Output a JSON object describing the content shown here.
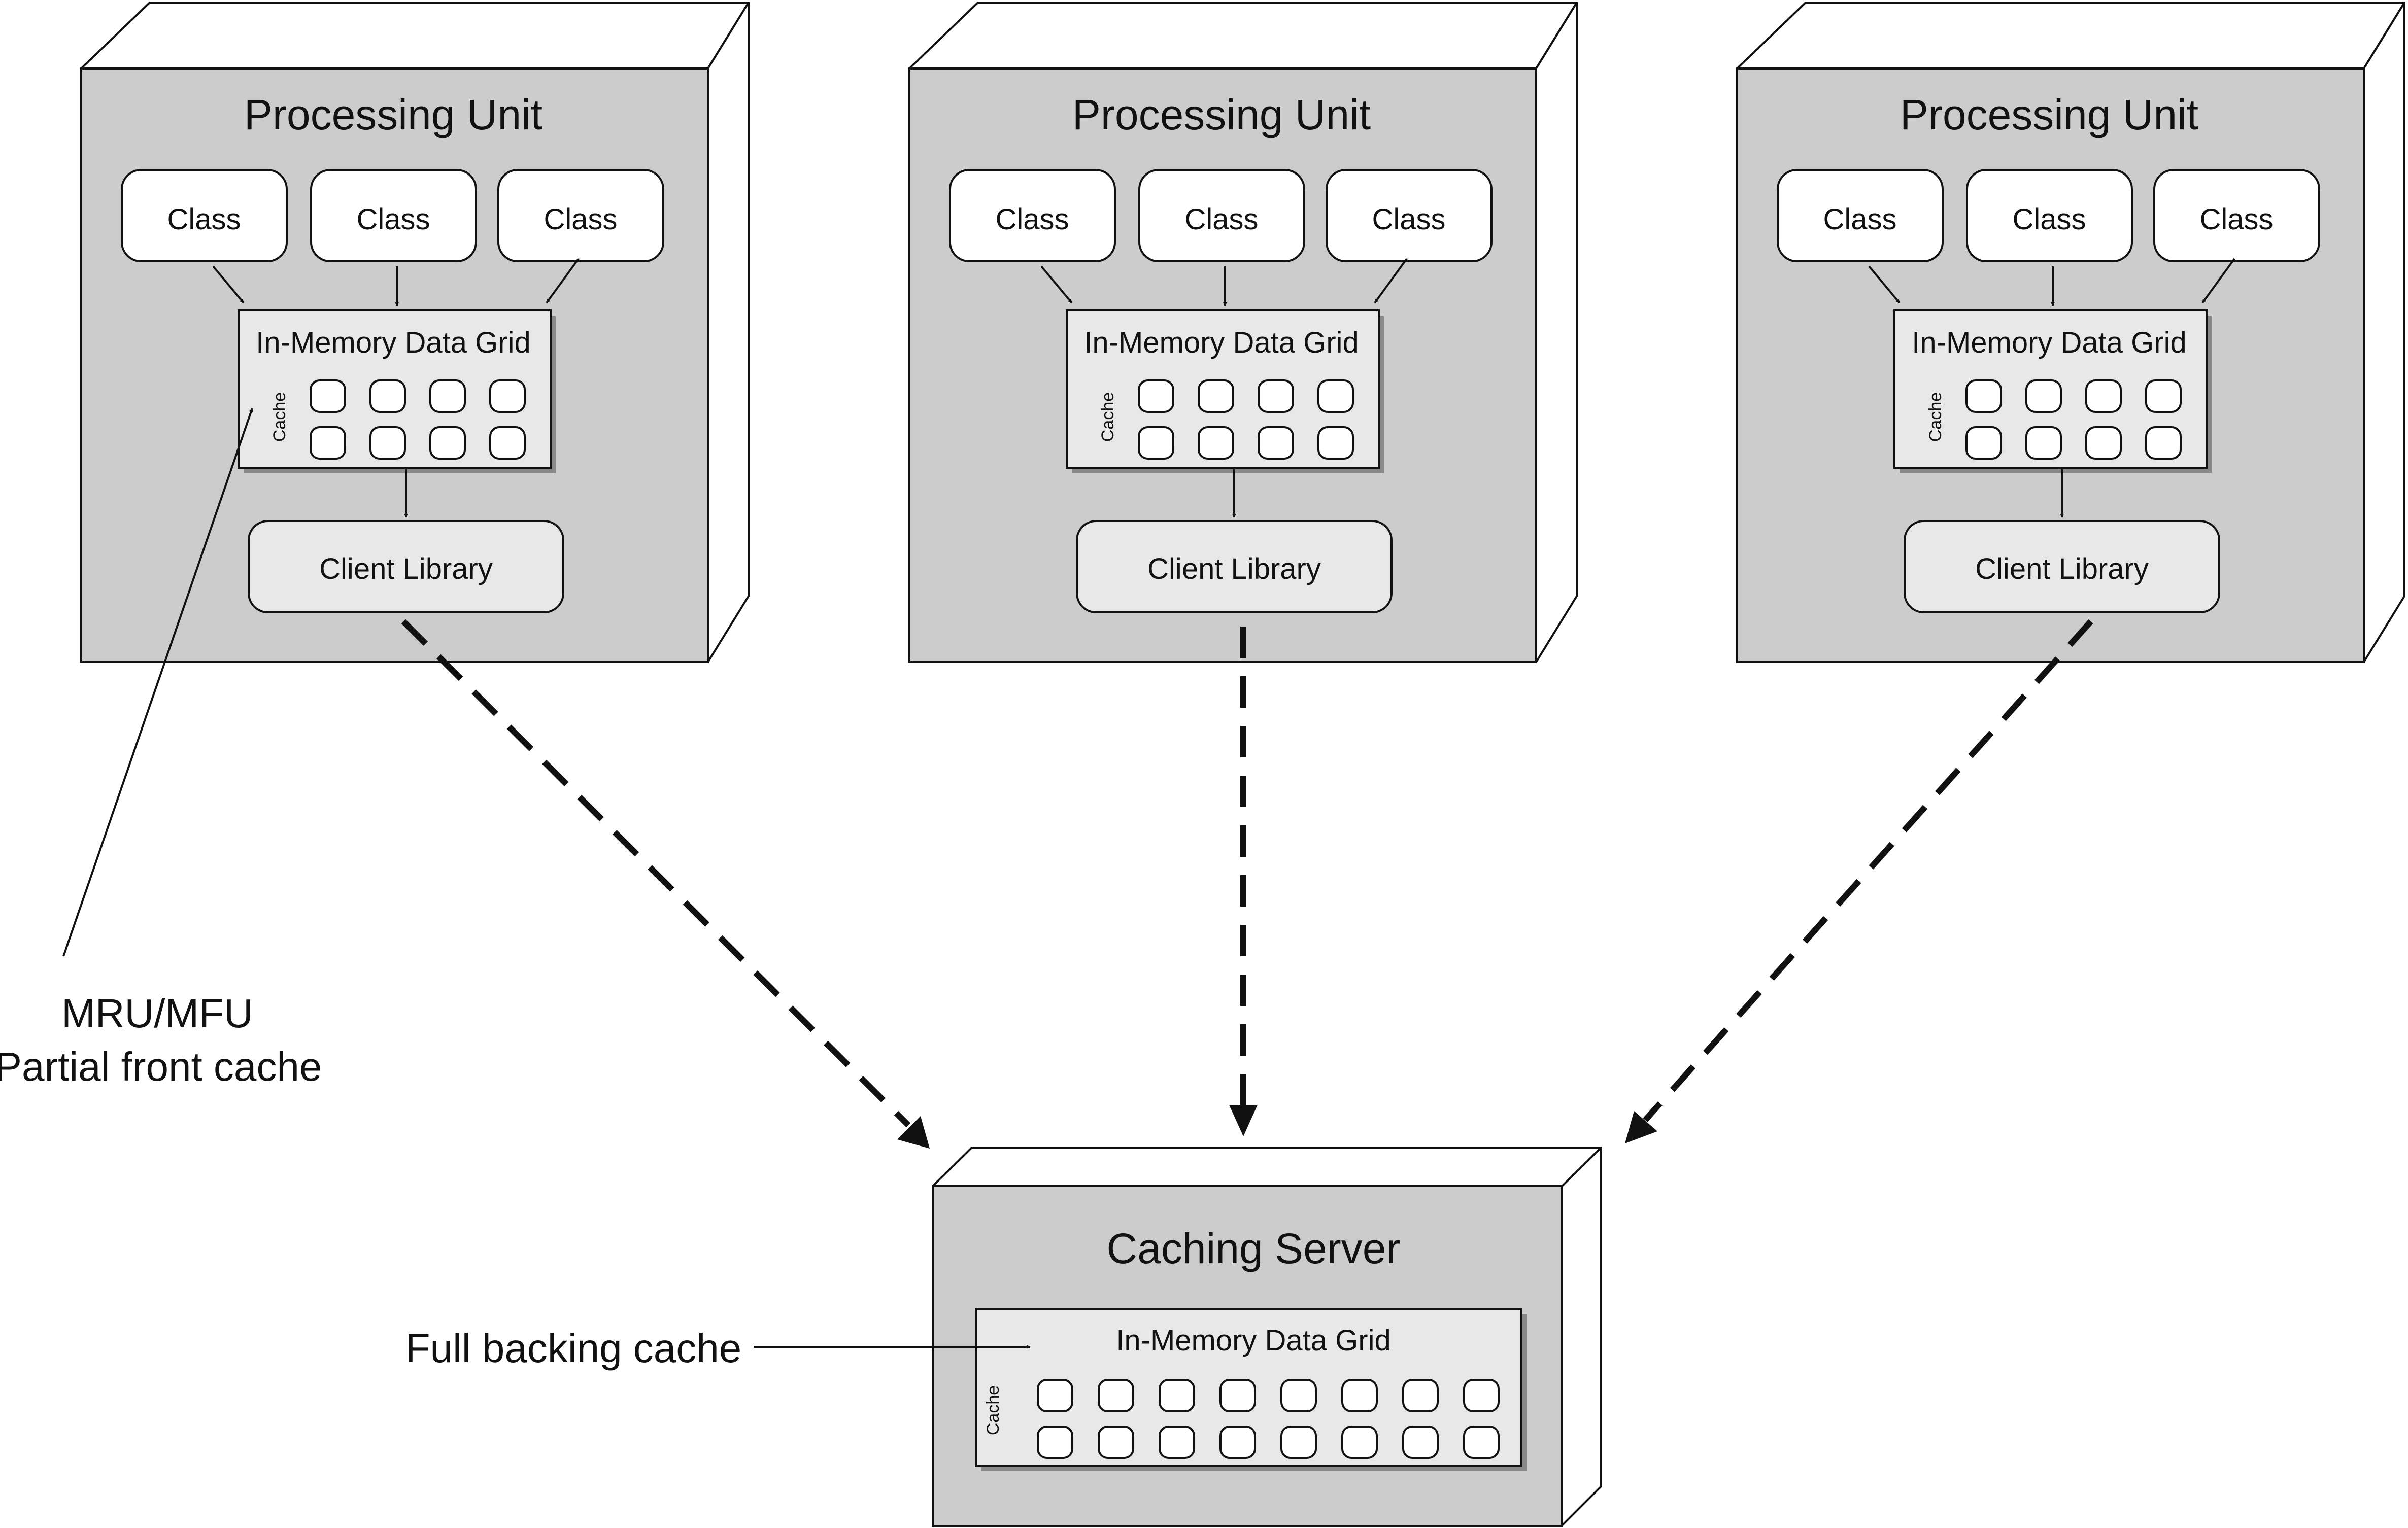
{
  "processing_units": [
    {
      "title": "Processing Unit",
      "classes": [
        "Class",
        "Class",
        "Class"
      ],
      "grid_title": "In-Memory Data Grid",
      "cache_label": "Cache",
      "client_library": "Client Library"
    },
    {
      "title": "Processing Unit",
      "classes": [
        "Class",
        "Class",
        "Class"
      ],
      "grid_title": "In-Memory Data Grid",
      "cache_label": "Cache",
      "client_library": "Client Library"
    },
    {
      "title": "Processing Unit",
      "classes": [
        "Class",
        "Class",
        "Class"
      ],
      "grid_title": "In-Memory Data Grid",
      "cache_label": "Cache",
      "client_library": "Client Library"
    }
  ],
  "caching_server": {
    "title": "Caching Server",
    "grid_title": "In-Memory Data Grid",
    "cache_label": "Cache"
  },
  "annotations": {
    "front_cache_line1": "MRU/MFU",
    "front_cache_line2": "Partial front cache",
    "backing_cache": "Full backing cache"
  }
}
